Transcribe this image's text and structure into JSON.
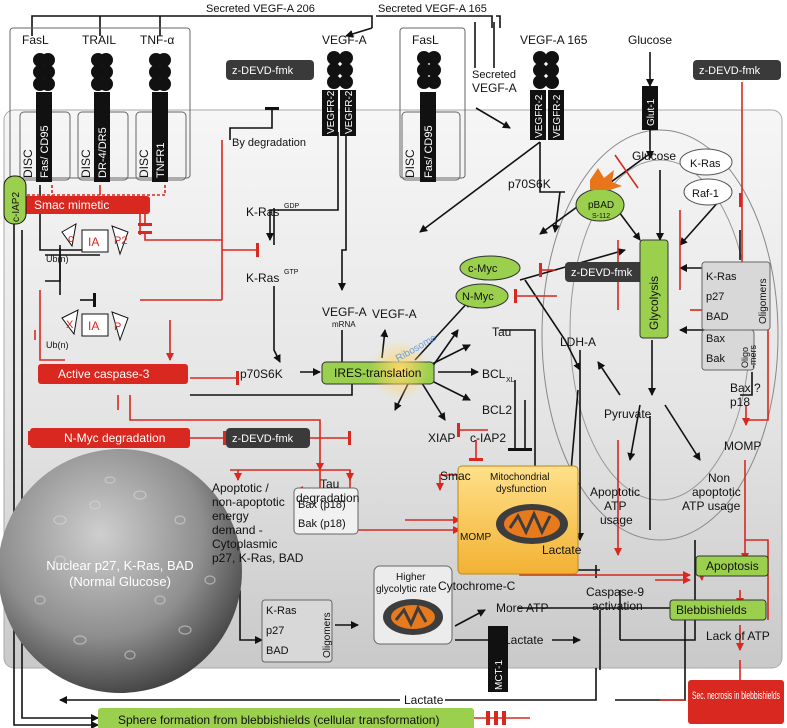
{
  "ligands": {
    "fasl": "FasL",
    "trail": "TRAIL",
    "tnfa": "TNF-α",
    "vegfa": "VEGF-A",
    "fasl2": "FasL",
    "vegfa165": "VEGF-A 165",
    "glucose_top": "Glucose"
  },
  "secreted": {
    "vegfa206": "Secreted VEGF-A 206",
    "vegfa165": "Secreted VEGF-A 165",
    "vegfa_line1": "Secreted",
    "vegfa_line2": "VEGF-A"
  },
  "receptors": {
    "disc": "DISC",
    "fas": "Fas/ CD95",
    "dr": "DR-4/DR5",
    "tnfr1": "TNFR1",
    "vegfr2": "VEGFR-2",
    "glut1": "Glut-1",
    "mct1": "MCT-1"
  },
  "inhibitors": {
    "zdevd": "z-DEVD-fmk",
    "by_degradation": "By degradation"
  },
  "red_boxes": {
    "smac_mimetic": "Smac mimetic",
    "active_caspase3": "Active caspase-3",
    "nmyc_degradation": "N-Myc degradation",
    "sec_necrosis": "Sec. necrosis in blebbishields"
  },
  "green_boxes": {
    "ciap2": "c-IAP2",
    "pbad": "pBAD",
    "pbad_sub": "S-112",
    "cmyc": "c-Myc",
    "nmyc": "N-Myc",
    "ires": "IRES-translation",
    "glycolysis": "Glycolysis",
    "apoptosis": "Apoptosis",
    "blebbishields": "Blebbishields",
    "sphere": "Sphere formation from blebbishields (cellular transformation)"
  },
  "iap": {
    "c": "c",
    "ia": "IA",
    "p2": "P2",
    "x": "X",
    "p": "P",
    "ubn": "Ub(n)"
  },
  "labels": {
    "kras_gdp": "K-Ras",
    "gdp": "GDP",
    "kras_gtp": "K-Ras",
    "gtp": "GTP",
    "p70s6k_top": "p70S6K",
    "p70s6k": "p70S6K",
    "vegfa_mrna": "VEGF-A",
    "mrna": "mRNA",
    "vegfa_mid": "VEGF-A",
    "ribosome": "Ribosome",
    "tau": "Tau",
    "bcl": "BCL",
    "xl": "XL",
    "bcl2": "BCL2",
    "xiap": "XIAP",
    "ciap2_out": "c-IAP2",
    "smac": "Smac",
    "ldha": "LDH-A",
    "glucose_cell": "Glucose",
    "pyruvate": "Pyruvate",
    "lactate_mid": "Lactate",
    "mito_dys1": "Mitochondrial",
    "mito_dys2": "dysfunction",
    "momp_box": "MOMP",
    "tau_deg1": "Tau",
    "tau_deg2": "degradation",
    "demand": [
      "Apoptotic /",
      "non-apoptotic",
      "energy",
      "demand -",
      "Cytoplasmic",
      "p27, K-Ras, BAD"
    ],
    "bax_p18": "Bax (p18)",
    "bak_p18": "Bak (p18)",
    "cytochrome": "Cytochrome-C",
    "apoptotic_atp": [
      "Apoptotic",
      "ATP",
      "usage"
    ],
    "non_apoptotic_atp": [
      "Non",
      "apoptotic",
      "ATP usage"
    ],
    "caspase9": [
      "Caspase-9",
      "activation"
    ],
    "higher_gly": [
      "Higher",
      "glycolytic rate"
    ],
    "more_atp": "More ATP",
    "lactate_low": "Lactate",
    "lactate_bottom": "Lactate",
    "lack_atp": "Lack of ATP",
    "momp": "MOMP",
    "bax_p18_right": [
      "Bax",
      "p18"
    ],
    "question": "?",
    "kras_right": "K-Ras",
    "raf1": "Raf-1",
    "olig_kras": "K-Ras",
    "olig_p27": "p27",
    "olig_bad": "BAD",
    "oligomers": "Oligomers",
    "bax": "Bax",
    "bak": "Bak",
    "oligo": "Oligo",
    "mers": "-mers",
    "sphere_text": [
      "Nuclear p27, K-Ras, BAD",
      "(Normal Glucose)"
    ]
  }
}
